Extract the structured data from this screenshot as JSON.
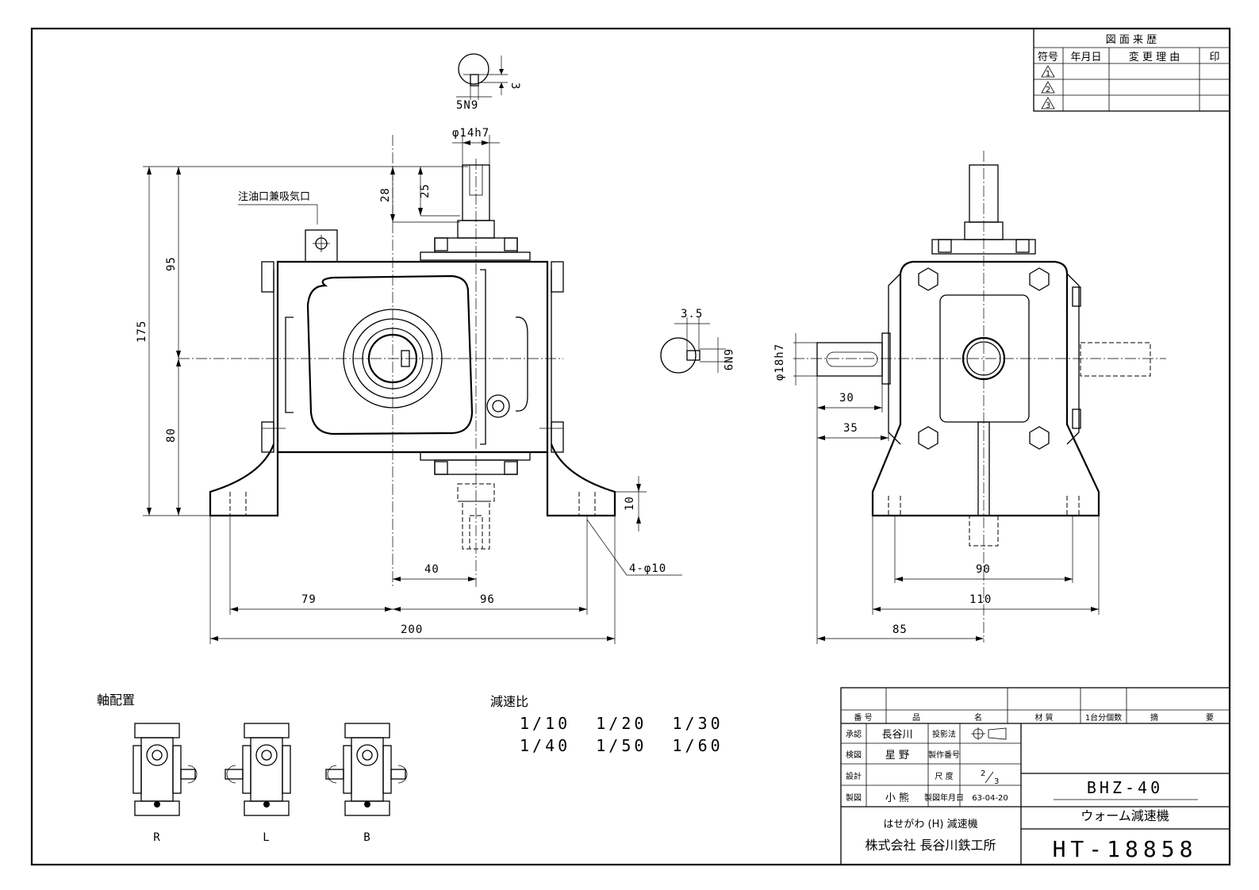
{
  "revision_table": {
    "title": "図 面 来 歴",
    "headers": [
      "符号",
      "年月日",
      "変 更 理 由",
      "印"
    ],
    "marks": [
      "1",
      "2",
      "3"
    ]
  },
  "front_view": {
    "key_top": {
      "depth": "3",
      "width": "5N9"
    },
    "shaft_dia": "φ14h7",
    "oil_port": "注油口兼吸気口",
    "dims": {
      "h175": "175",
      "h95": "95",
      "h80": "80",
      "h28": "28",
      "h25": "25",
      "h10": "10",
      "w40": "40",
      "w79": "79",
      "w96": "96",
      "w200": "200"
    },
    "holes": "4-φ10"
  },
  "key_side": {
    "width": "3.5",
    "depth": "6N9"
  },
  "side_view": {
    "shaft_dia": "φ18h7",
    "dims": {
      "w30": "30",
      "w35": "35",
      "w90": "90",
      "w110": "110",
      "w85": "85"
    }
  },
  "arrangement": {
    "title": "軸配置",
    "labels": [
      "R",
      "L",
      "B"
    ]
  },
  "ratio": {
    "title": "減速比",
    "row1": "1/10  1/20  1/30",
    "row2": "1/40  1/50  1/60"
  },
  "title_block": {
    "headers": {
      "no": "番 号",
      "name_a": "品",
      "name_b": "名",
      "material": "材 質",
      "qty": "1台分個数",
      "remarks_a": "摘",
      "remarks_b": "要"
    },
    "approved_label": "承認",
    "approved_name": "長谷川",
    "checked_label": "検図",
    "checked_name": "星 野",
    "design_label": "設計",
    "design_name": "",
    "drawn_label": "製図",
    "drawn_name": "小 熊",
    "projection_label": "投影法",
    "work_no_label": "製作番号",
    "scale_label": "尺 度",
    "scale_num": "2",
    "scale_den": "3",
    "date_label": "製図年月日",
    "date": "63-04-20",
    "model": "BHZ-40",
    "product": "ウォーム減速機",
    "brand": "はせがわ (H) 減速機",
    "company": "株式会社 長谷川鉄工所",
    "drawing_no": "HT-18858"
  },
  "colors": {
    "ink": "#000000",
    "paper": "#ffffff"
  }
}
